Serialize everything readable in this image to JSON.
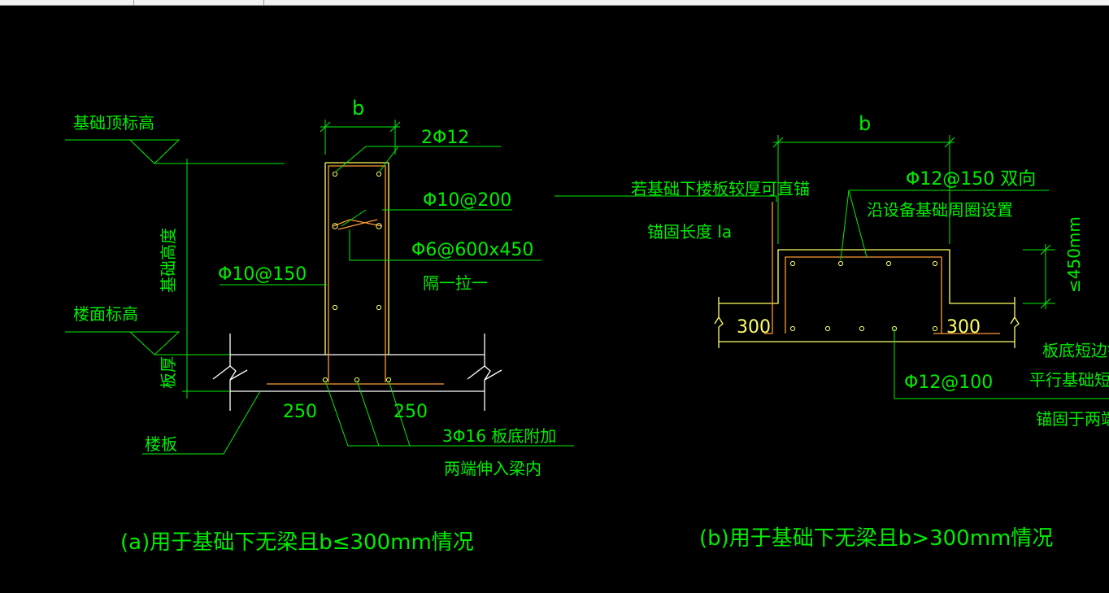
{
  "toolbar": {
    "tabs": [
      {
        "label": ""
      },
      {
        "label": ""
      }
    ]
  },
  "detail_a": {
    "dim_b": "b",
    "top_elev": "基础顶标高",
    "floor_elev": "楼面标高",
    "height": "基础高度",
    "slab_thk": "板厚",
    "slab": "楼板",
    "rebar_top": "2Φ12",
    "tie1": "Φ10@200",
    "tie2": "Φ6@600x450",
    "tie2_note": "隔一拉一",
    "side_bar": "Φ10@150",
    "dim_left": "250",
    "dim_right": "250",
    "bottom_bar": "3Φ16 板底附加",
    "bottom_note": "两端伸入梁内",
    "caption": "(a)用于基础下无梁且b≤300mm情况"
  },
  "detail_b": {
    "dim_b": "b",
    "mesh": "Φ12@150 双向",
    "mesh_note": "沿设备基础周圈设置",
    "anchor_note1": "若基础下楼板较厚可直锚",
    "anchor_note2": "锚固长度 la",
    "height_limit": "≤450mm",
    "dim_left": "300",
    "dim_right": "300",
    "bottom_bar": "Φ12@100",
    "right_note1": "板底短边钢",
    "right_note2": "平行基础短边",
    "right_note3": "锚固于两端支",
    "caption": "(b)用于基础下无梁且b>300mm情况"
  },
  "colors": {
    "annotation": "#00ee00",
    "rebar": "#ff9933",
    "concrete": "#ffff66",
    "background": "#000000"
  }
}
